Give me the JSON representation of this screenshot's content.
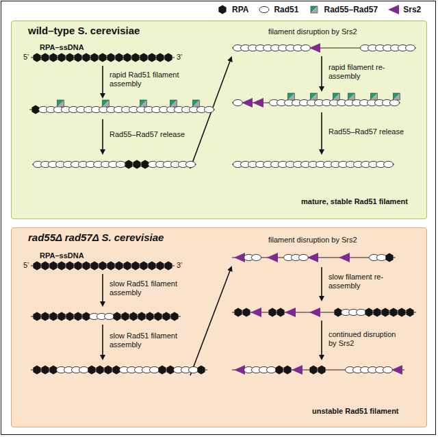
{
  "diagram": {
    "nodes": [
      {
        "text": [
          "wild–type S. cerevisiae"
        ]
      },
      {
        "text": [
          "rad55Δ rad57Δ S. cerevisiae"
        ]
      }
    ],
    "labels": [
      "RPA–ssDNA",
      "5’",
      "3’",
      "rapid Rad51 filament assembly",
      "Rad55–Rad57 release",
      "filament disruption by Srs2",
      "rapid filament re-assembly",
      "Rad55–Rad57 release",
      "mature, stable Rad51 filament",
      "RPA–ssDNA",
      "5’",
      "3’",
      "slow Rad51 filament assembly",
      "slow Rad51 filament assembly",
      "filament disruption by Srs2",
      "slow filament re-assembly",
      "continued disruption by Srs2",
      "unstable Rad51 filament"
    ],
    "legend": [
      {
        "text": "RPA"
      },
      {
        "text": "Rad51"
      },
      {
        "text": "Rad55–Rad57"
      },
      {
        "text": "Srs2"
      }
    ]
  }
}
